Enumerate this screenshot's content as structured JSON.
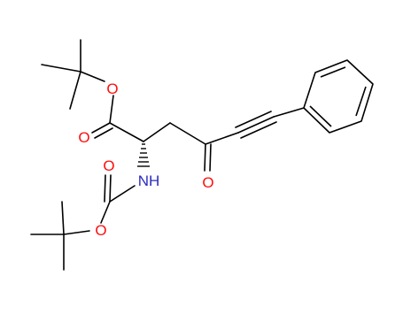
{
  "colors": {
    "bond": "#000000",
    "oxygen": "#ff0d0d",
    "nitrogen": "#2b2bbf",
    "background": "#ffffff"
  },
  "atoms": {
    "ester_o": "O",
    "ester_carbonyl_o": "O",
    "amine_nh": "NH",
    "carbamate_carbonyl_o": "O",
    "carbamate_o": "O",
    "ketone_o": "O"
  }
}
